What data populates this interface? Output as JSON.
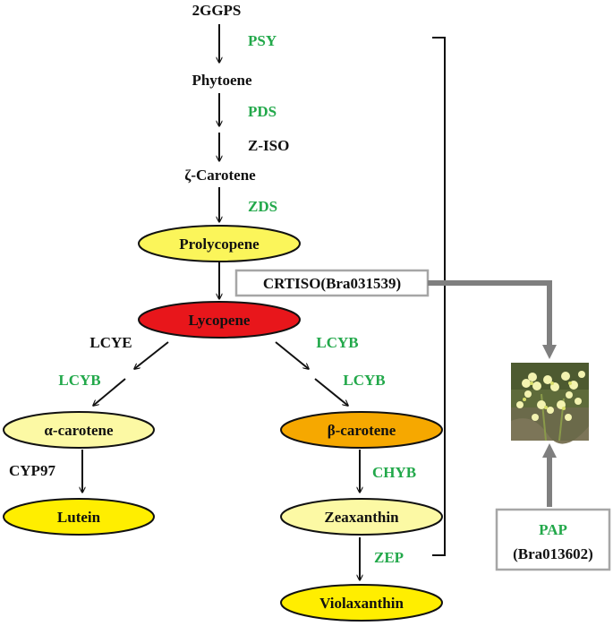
{
  "compounds": {
    "ggps": "2GGPS",
    "phytoene": "Phytoene",
    "zeta_carotene": "ζ-Carotene",
    "prolycopene": "Prolycopene",
    "lycopene": "Lycopene",
    "alpha_carotene": "α-carotene",
    "beta_carotene": "β-carotene",
    "lutein": "Lutein",
    "zeaxanthin": "Zeaxanthin",
    "violaxanthin": "Violaxanthin"
  },
  "enzymes": {
    "psy": "PSY",
    "pds": "PDS",
    "ziso": "Z-ISO",
    "zds": "ZDS",
    "crtiso": "CRTISO(Bra031539)",
    "lcye": "LCYE",
    "lcyb_left": "LCYB",
    "lcyb_right_top": "LCYB",
    "lcyb_right_bottom": "LCYB",
    "cyp97": "CYP97",
    "chyb": "CHYB",
    "zep": "ZEP"
  },
  "pap_box": {
    "line1": "PAP",
    "line2": "(Bra013602)"
  },
  "colors": {
    "enzyme_green": "#22a84a",
    "lycopene_red": "#e8161b",
    "beta_orange": "#f6a800",
    "light_yellow": "#fcf9a4",
    "bright_yellow": "#ffee00",
    "prolycopene_yellow": "#fbf55a",
    "connector_gray": "#7f7f7f"
  }
}
